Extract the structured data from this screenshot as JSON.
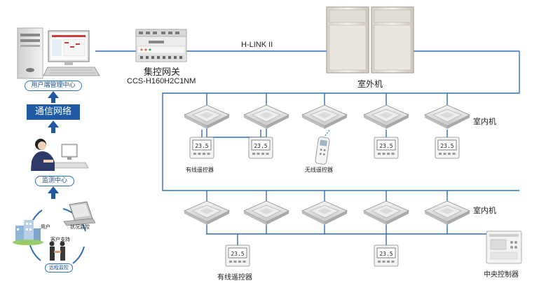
{
  "left_panel": {
    "user_center_label": "用户端管理中心",
    "network_label": "通信网络",
    "monitor_center_label": "监测中心",
    "remote_users": {
      "user_label": "用户",
      "status_label": "状况监控",
      "service_label": "客户支持",
      "remote_monitor_label": "远程监控"
    }
  },
  "gateway": {
    "name": "集控网关",
    "model": "CCS-H160H2C1NM"
  },
  "bus_label": "H-LINK II",
  "outdoor_unit_label": "室外机",
  "indoor_row1": {
    "label": "室内机",
    "wired_remote_label": "有线遥控器",
    "wireless_remote_label": "无线遥控器"
  },
  "indoor_row2": {
    "label": "室内机",
    "wired_remote_label": "有线遥控器"
  },
  "central_controller_label": "中央控制器",
  "remote_display_text": "23.5",
  "colors": {
    "line": "#2f6fb3",
    "accent": "#1e5aa6",
    "arrow": "#1e5aa6"
  }
}
